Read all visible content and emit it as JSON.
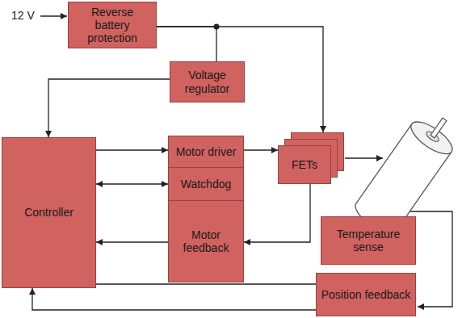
{
  "diagram": {
    "nodes": [
      {
        "text": [
          "Reverse battery protection"
        ]
      },
      {
        "text": [
          "Voltage regulator"
        ]
      },
      {
        "text": [
          "Controller"
        ]
      },
      {
        "text": [
          "Motor driver"
        ]
      },
      {
        "text": [
          "Watchdog"
        ]
      },
      {
        "text": [
          "Motor feedback"
        ]
      },
      {
        "text": [
          "FETs"
        ]
      },
      {
        "text": [
          "Temperature sense"
        ]
      },
      {
        "text": [
          "Position feedback"
        ]
      }
    ],
    "edges": [
      {
        "from": 0,
        "to": 1,
        "arrow": "none"
      },
      {
        "from": 0,
        "to": 6,
        "arrow": "to"
      },
      {
        "from": 1,
        "to": 2,
        "arrow": "to"
      },
      {
        "from": 2,
        "to": 3,
        "arrow": "to"
      },
      {
        "from": 2,
        "to": 4,
        "arrow": "both"
      },
      {
        "from": 5,
        "to": 2,
        "arrow": "to"
      },
      {
        "from": 3,
        "to": 6,
        "arrow": "to"
      },
      {
        "from": 6,
        "to": 5,
        "arrow": "to"
      },
      {
        "from": 8,
        "to": 2,
        "arrow": "to"
      },
      {
        "from": 8,
        "to": 2,
        "arrow": "to"
      }
    ],
    "labels": [
      "12 V"
    ]
  }
}
